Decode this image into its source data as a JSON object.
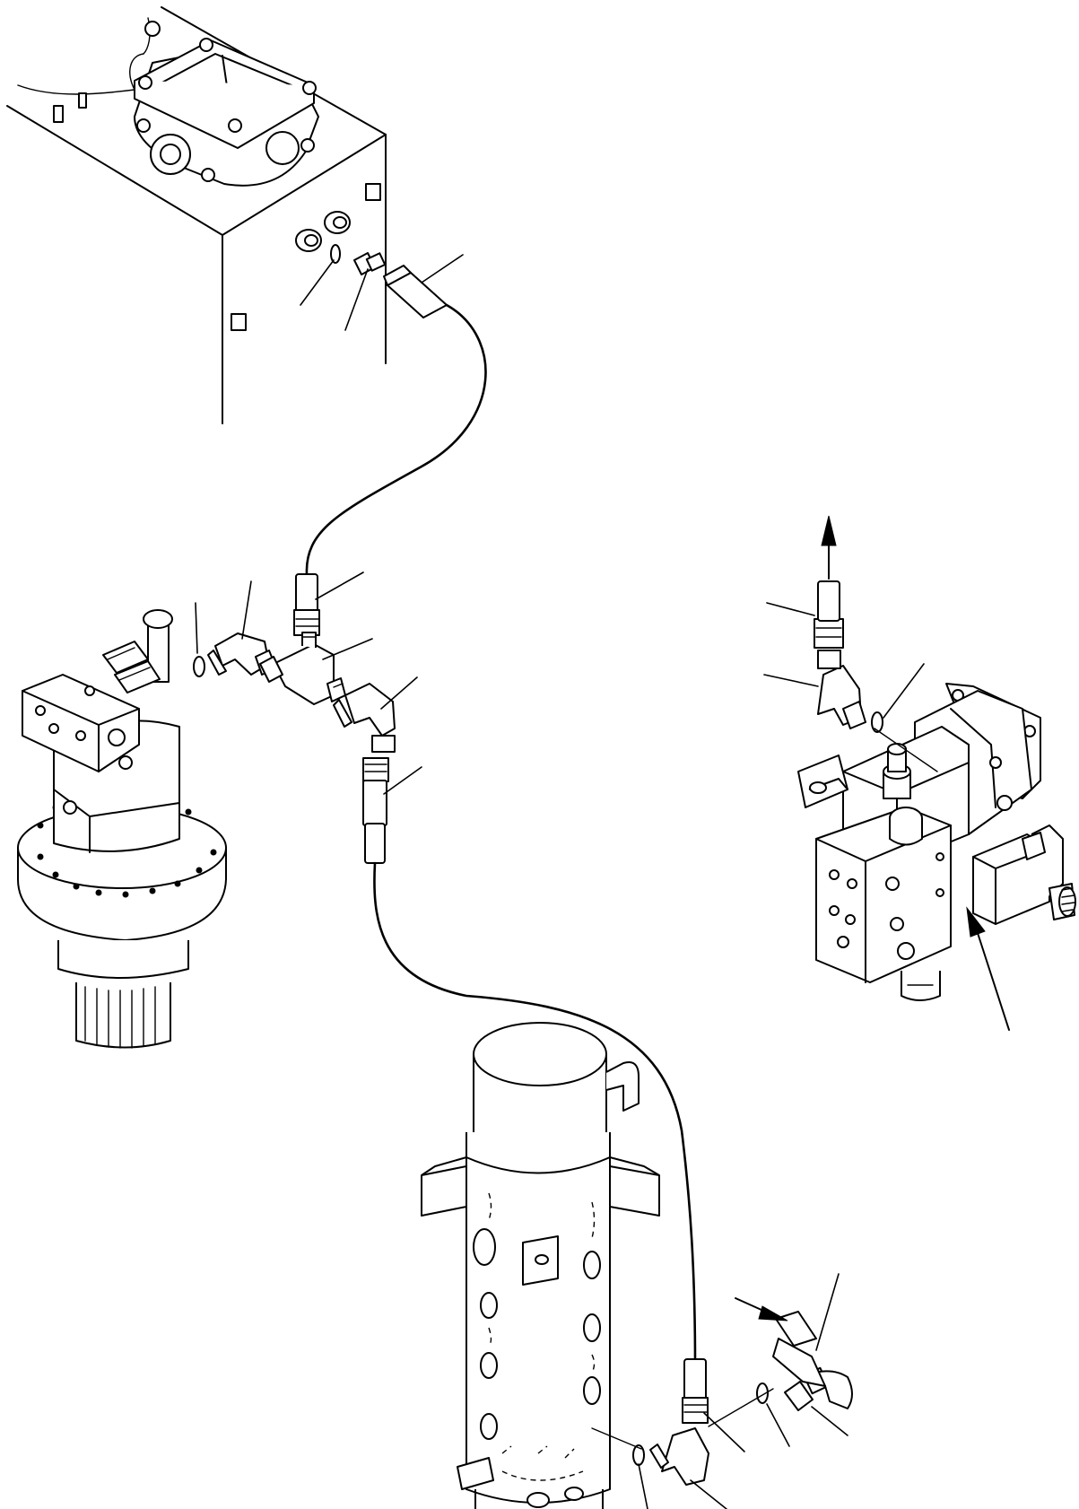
{
  "diagram": {
    "kind": "exploded-view hydraulic piping drawing",
    "labels": [],
    "components": [
      "hydraulic-tank",
      "swing-motor",
      "swivel-joint",
      "hydraulic-pump",
      "hose",
      "tee-fitting",
      "elbow-fitting",
      "adapter",
      "o-ring"
    ],
    "flow_arrows": [
      "up-arrow-to-pump-line",
      "arrow-into-pump-port",
      "arrow-into-swivel-hose"
    ]
  }
}
